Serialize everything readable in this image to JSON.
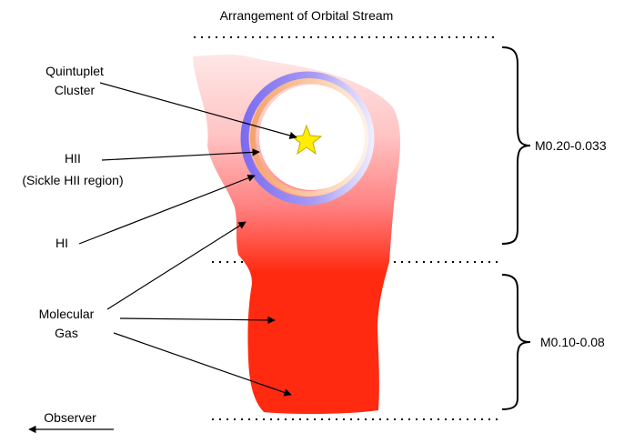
{
  "title": "Arrangement of Orbital Stream",
  "labels": {
    "quintuplet": [
      "Quintuplet",
      "Cluster"
    ],
    "hii": [
      "HII",
      "(Sickle HII region)"
    ],
    "hi": "HI",
    "molecular": [
      "Molecular",
      "Gas"
    ],
    "observer": "Observer"
  },
  "brackets": {
    "upper": "M0.20-0.033",
    "lower": "M0.10-0.08"
  },
  "colors": {
    "cloud_dense": "#ff2a10",
    "cloud_faint": "#ffd8d8",
    "ring_hii": "#8c7cf0",
    "ring_inner": "#f6b07a",
    "star": "#ffee00",
    "star_stroke": "#c8a800"
  },
  "icons": {
    "star": "star-icon",
    "observer_arrow": "arrow-left-icon"
  }
}
